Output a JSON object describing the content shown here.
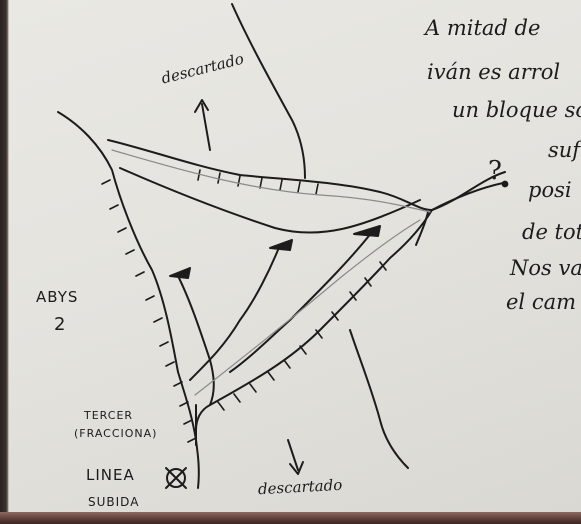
{
  "notes": {
    "line1": "A mitad de",
    "line2": "iván es arrol",
    "line3": "un bloque so",
    "line4": "suf",
    "line5": "posi",
    "line6": "de tot",
    "line7": "Nos va",
    "line8": "el cam"
  },
  "labels": {
    "descartado_top": "descartado",
    "descartado_bottom": "descartado",
    "question": "?",
    "abys": "ABYS",
    "abys_num": "2",
    "tercer": "TERCER",
    "fraccion": "(FRACCIONA)",
    "linea": "LINEA",
    "subida": "SUBIDA"
  },
  "colors": {
    "ink": "#1c1c1c",
    "pencil": "#6b6b6b",
    "paper": "#e6e5e0"
  },
  "icons": {
    "arrow_up": "arrow-up-icon",
    "arrow_down": "arrow-down-icon",
    "crossed_circle": "crossed-circle-icon"
  }
}
